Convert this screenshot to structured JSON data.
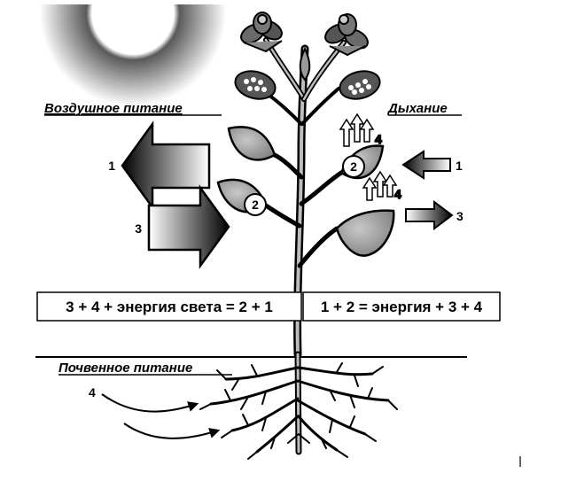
{
  "labels": {
    "air_nutrition": "Воздушное питание",
    "respiration": "Дыхание",
    "soil_nutrition": "Почвенное питание"
  },
  "equations": {
    "photosynthesis": "3 + 4 + энергия света = 2 + 1",
    "respiration": "1 + 2 = энергия + 3 + 4"
  },
  "markers": {
    "air_out": "1",
    "air_in": "3",
    "resp_in": "1",
    "resp_out": "3",
    "water_up_top": "4",
    "water_up_mid": "4",
    "soil_water": "4",
    "leaf_left_product": "2",
    "leaf_right_product": "2"
  },
  "colors": {
    "ink": "#000000",
    "leaf_fill": "#9a9a9a",
    "sun_glow": "#8a8a8a"
  }
}
